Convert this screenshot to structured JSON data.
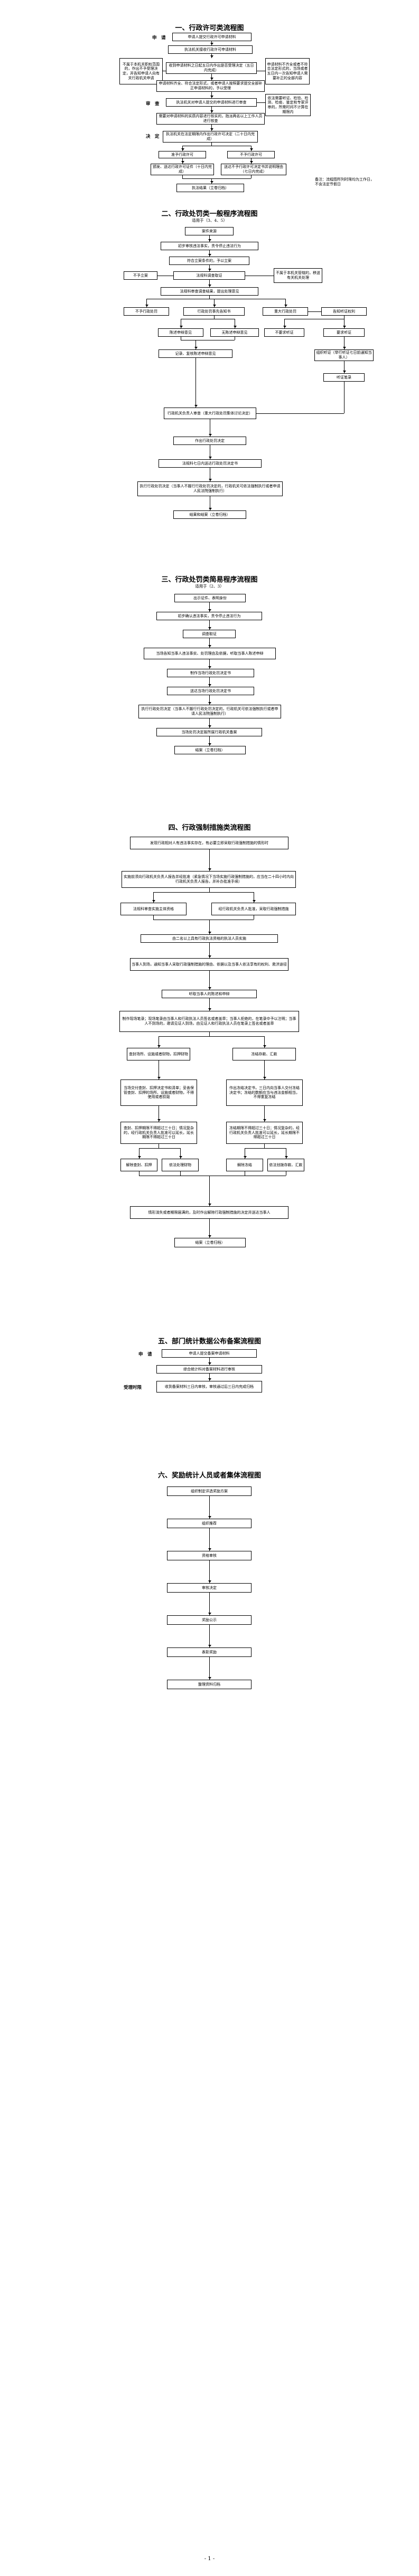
{
  "footer": {
    "page_number": "- 1 -"
  },
  "s1": {
    "title": "一、行政许可类流程图",
    "label_apply": "申　请",
    "label_accept": "受　理",
    "label_review": "审　查",
    "label_decide": "决　定",
    "n1": "申请人提交行政许可申请材料",
    "n2": "执法机关接收行政许可申请材料",
    "n3": "收到申请材料之日起五日内作出是否受理决定（五日内完成）",
    "left1": "不属于本机关职权范围的，作出不予受理决定，并告知申请人向有关行政机关申请",
    "right1": "申请材料不齐全或者不符合法定形式的，当场或者五日内一次告知申请人需要补正的全部内容",
    "n4": "申请材料齐全、符合法定形式，或者申请人按照要求提交全部补正申请材料的，予以受理",
    "n5": "执法机关对申请人提交的申请材料进行审查",
    "right2": "依法需要听证、检验、检测、检疫、鉴定和专家评审的，所需时间不计算在期限内",
    "n6": "需要对申请材料的实质内容进行核实的，指派两名以上工作人员进行核查",
    "n7": "执法机关在法定期限内作出行政许可决定（二十日内完成）",
    "n8a": "准予行政许可",
    "n8b": "不予行政许可",
    "n9a": "颁发、送达行政许可证件（十日内完成）",
    "n9b": "送达不予行政许可决定书并说明理由（七日内完成）",
    "n10": "执法结果（立卷归档）",
    "note": "备注：流程图所列时限均为工作日，不含法定节假日"
  },
  "s2": {
    "title": "二、行政处罚类一般程序流程图",
    "subtitle": "适用于（3、4、5）",
    "n1": "案件来源",
    "n2": "初步审核违法事实，责令停止违法行为",
    "n3": "符合立案条件的，予以立案",
    "no_case": "不予立案",
    "n4": "法规科调查取证",
    "transfer": "不属于本机关管辖的，移送有关机关处理",
    "n5": "法规科审查调查结果，提出处理意见",
    "a1": "不予行政处罚",
    "a2": "行政处罚事先告知书",
    "a3": "重大行政处罚",
    "a4": "告知听证权利",
    "b1": "陈述申辩意见",
    "b2": "无陈述申辩意见",
    "b3": "不要求听证",
    "b4": "要求听证",
    "c1": "记录、复核陈述申辩意见",
    "c2": "组织听证（举行听证七日前通知当事人）",
    "d1": "听证笔录",
    "e1": "行政机关负责人审查（重大行政处罚集体讨论决定）",
    "n6": "作出行政处罚决定",
    "n7": "法规科七日内送达行政处罚决定书",
    "n8": "执行行政处罚决定（当事人不履行行政处罚决定的，行政机关可依法强制执行或者申请人民法院强制执行）",
    "n9": "结果和结案（立卷归档）"
  },
  "s3": {
    "title": "三、行政处罚类简易程序流程图",
    "subtitle": "适用于（2、3）",
    "n1": "出示证件、表明身份",
    "n2": "初步确认违法事实，责令停止违法行为",
    "n3": "调查取证",
    "n4": "当场告知当事人违法事实、处罚理由及依据，听取当事人陈述申辩",
    "n5": "制作当场行政处罚决定书",
    "n6": "送达当场行政处罚决定书",
    "n7": "执行行政处罚决定（当事人不履行行政处罚决定的，行政机关可依法强制执行或者申请人民法院强制执行）",
    "n8": "当场处罚决定报所属行政机关备案",
    "n9": "结案（立卷归档）"
  },
  "s4": {
    "title": "四、行政强制措施类流程图",
    "n1": "发现行政相对人有违法事实存在，有必要立即采取行政强制措施的情形时",
    "n2": "实施前须向行政机关负责人报告并经批准（紧急情况下当场实施行政强制措施的，应当在二十四小时内向行政机关负责人报告，并补办批准手续）",
    "l1": "法规科审查实施主体资格",
    "r1": "经行政机关负责人批准，采取行政强制措施",
    "n3": "由二名以上具有行政执法资格的执法人员实施",
    "n4": "当事人到场，通知当事人采取行政强制措施的理由、依据以及当事人依法享有的权利、救济途径",
    "n5": "听取当事人的陈述和申辩",
    "n6": "制作现场笔录；现场笔录由当事人和行政执法人员签名或者盖章；当事人拒绝的，在笔录中予以注明；当事人不到场的，邀请见证人到场，由见证人和行政执法人员在笔录上签名或者盖章",
    "b1": "查封场所、设施或者财物，扣押财物",
    "b2": "冻结存款、汇款",
    "d1": "当场交付查封、扣押决定书和清单；妥善保管查封、扣押的场所、设施或者财物，不得使用或者损毁",
    "d2": "作出冻结决定书，三日内向当事人交付冻结决定书；冻结的数额应当与违法金额相当，不得重复冻结",
    "t1": "查封、扣押期限不得超过三十日；情况复杂的，经行政机关负责人批准可以延长，延长期限不得超过三十日",
    "t2": "冻结期限不得超过三十日；情况复杂的，经行政机关负责人批准可以延长，延长期限不得超过三十日",
    "s1": "解除查封、扣押",
    "s2": "依法处理财物",
    "s3": "解除冻结",
    "s4": "依法划拨存款、汇款",
    "n7": "情形消失或者期限届满的，及时作出解除行政强制措施的决定并送达当事人",
    "n8": "结案（立卷归档）"
  },
  "s5": {
    "title": "五、部门统计数据公布备案流程图",
    "label_apply": "申　请",
    "label_time": "受理时限",
    "n1": "申请人提交备案申请材料",
    "n2": "综合统计科对备案材料进行审核",
    "n3": "收到备案材料三日内审核，审核通过后三日内完成归档"
  },
  "s6": {
    "title": "六、奖励统计人员或者集体流程图",
    "n1": "组织制定评选奖励方案",
    "n2": "组织推荐",
    "n3": "资格审核",
    "n4": "审核决定",
    "n5": "奖励公示",
    "n6": "表彰奖励",
    "n7": "整理资料归档"
  }
}
